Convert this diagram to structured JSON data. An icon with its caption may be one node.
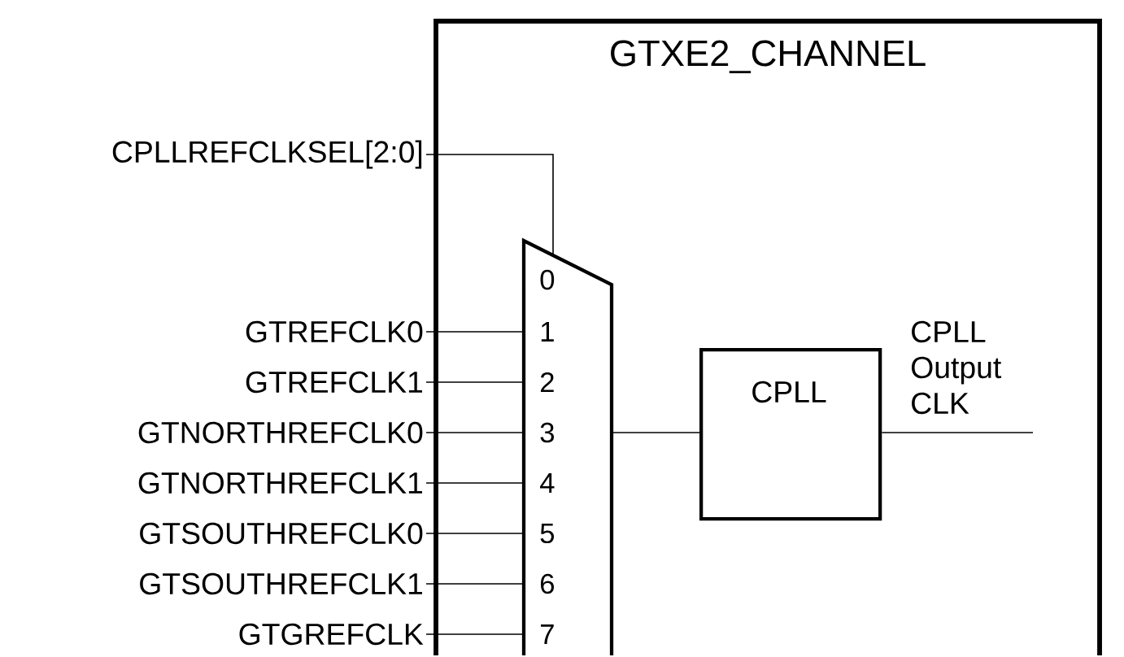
{
  "diagram": {
    "nodes": [
      {
        "text": [
          "GTXE2_CHANNEL"
        ]
      },
      {
        "text": [
          "0",
          "1",
          "2",
          "3",
          "4",
          "5",
          "6",
          "7"
        ],
        "in": 0
      },
      {
        "text": [
          "CPLL"
        ],
        "in": 0
      },
      {
        "text": [
          "CPLLREFCLKSEL[2:0]"
        ]
      },
      {
        "text": [
          "GTREFCLK0"
        ]
      },
      {
        "text": [
          "GTREFCLK1"
        ]
      },
      {
        "text": [
          "GTNORTHREFCLK0"
        ]
      },
      {
        "text": [
          "GTNORTHREFCLK1"
        ]
      },
      {
        "text": [
          "GTSOUTHREFCLK0"
        ]
      },
      {
        "text": [
          "GTSOUTHREFCLK1"
        ]
      },
      {
        "text": [
          "GTGREFCLK"
        ]
      }
    ],
    "edges": [
      {
        "from": 3,
        "to": 1,
        "arrow": "none"
      },
      {
        "from": 4,
        "to": 1,
        "arrow": "none"
      },
      {
        "from": 5,
        "to": 1,
        "arrow": "none"
      },
      {
        "from": 6,
        "to": 1,
        "arrow": "none"
      },
      {
        "from": 7,
        "to": 1,
        "arrow": "none"
      },
      {
        "from": 8,
        "to": 1,
        "arrow": "none"
      },
      {
        "from": 9,
        "to": 1,
        "arrow": "none"
      },
      {
        "from": 10,
        "to": 1,
        "arrow": "none"
      },
      {
        "from": 1,
        "to": 2,
        "arrow": "none"
      },
      {
        "from": 2,
        "to": null,
        "arrow": "none",
        "label": "CPLL Output CLK"
      }
    ]
  }
}
